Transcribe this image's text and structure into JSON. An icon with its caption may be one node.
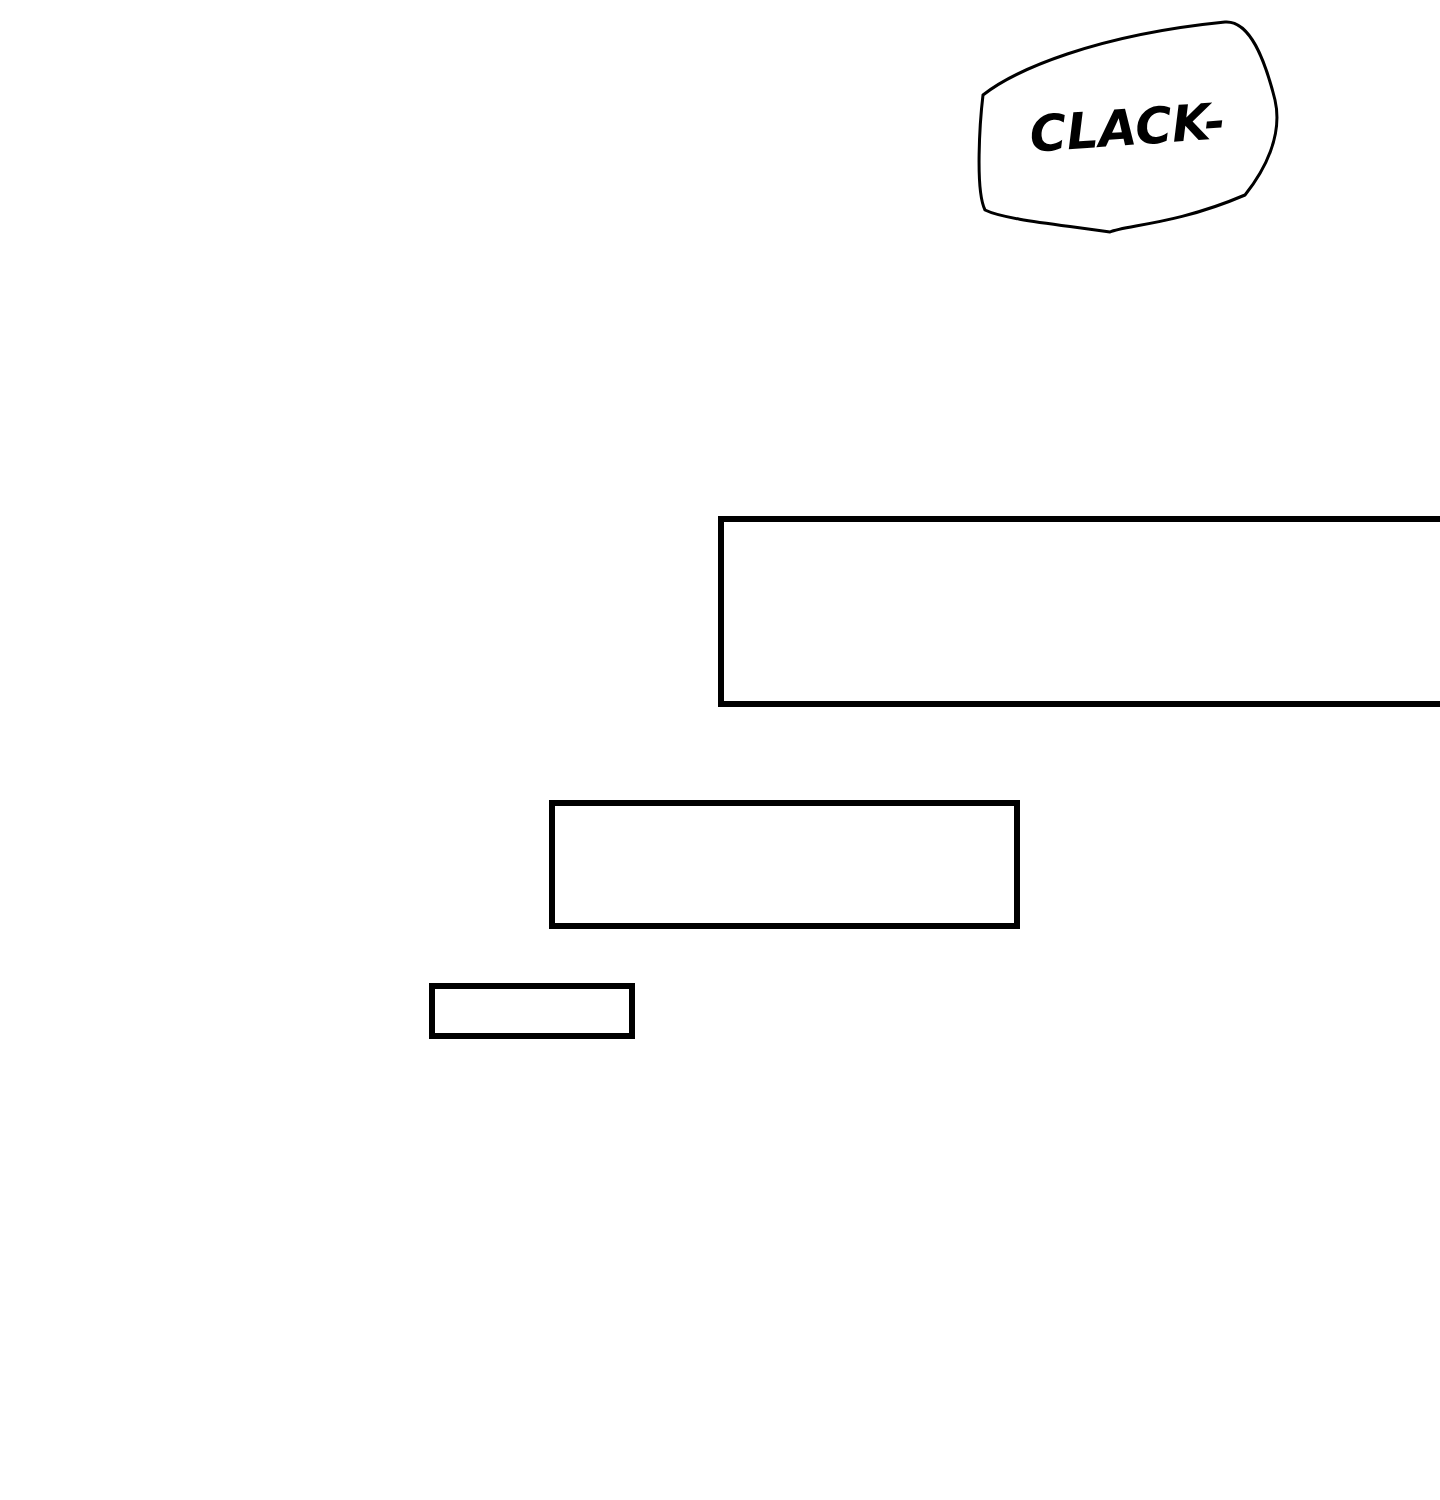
{
  "diagram": {
    "nodes": [
      {
        "text": [
          "CLACK-"
        ]
      },
      {
        "text": [],
        "shape": "box"
      },
      {
        "text": [],
        "shape": "box"
      },
      {
        "text": [],
        "shape": "box"
      }
    ]
  }
}
